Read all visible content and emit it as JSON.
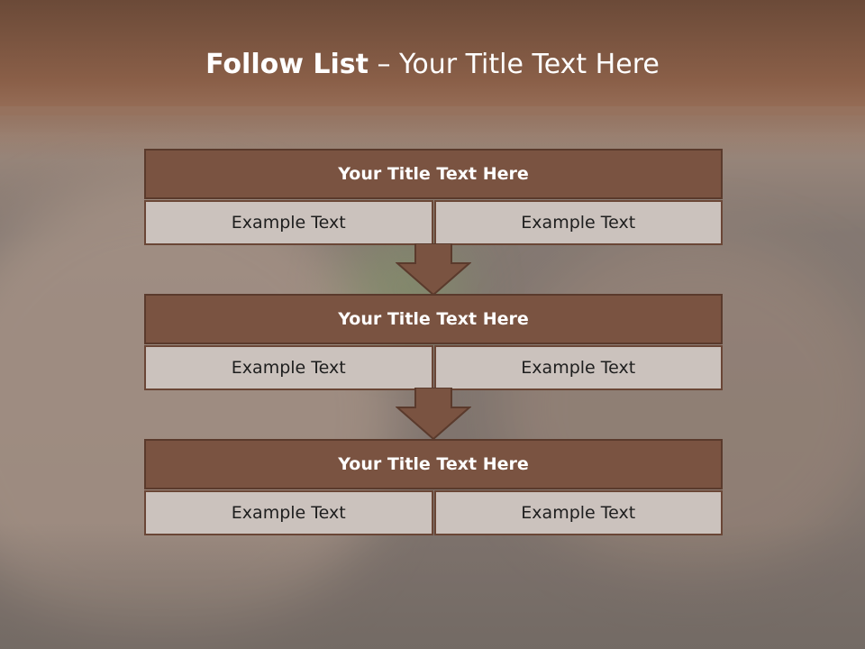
{
  "slide": {
    "title_bold": "Follow List",
    "title_rest": " – Your Title Text Here"
  },
  "blocks": [
    {
      "title": "Your Title Text Here",
      "left": "Example Text",
      "right": "Example Text"
    },
    {
      "title": "Your Title Text Here",
      "left": "Example Text",
      "right": "Example Text"
    },
    {
      "title": "Your Title Text Here",
      "left": "Example Text",
      "right": "Example Text"
    }
  ],
  "colors": {
    "header_fill": "#7a5341",
    "cell_fill": "#cbc2bd",
    "border": "#5a3a2c"
  }
}
